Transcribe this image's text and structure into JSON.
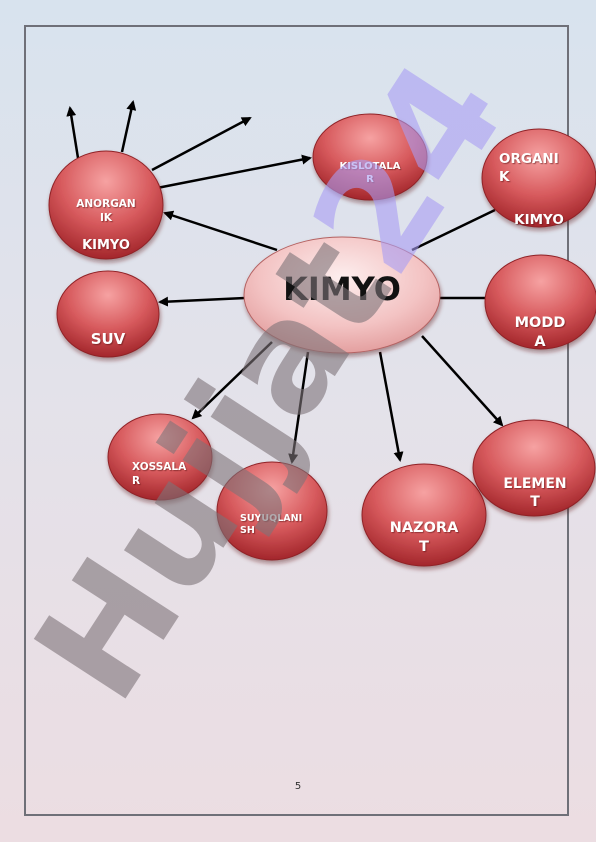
{
  "diagram": {
    "center": "KIMYO",
    "nodes": {
      "anorganik": "ANORGAN\nIK",
      "anorganik_2": "KIMYO",
      "kislotalar": "KISLOTALA\nR",
      "organik": "ORGANI\nK",
      "organik_2": "KIMYO",
      "suv": "SUV",
      "modda": "MODD\nA",
      "xossalar": "XOSSALA\nR",
      "suyuqlanish": "SUYUQLANI\nSH",
      "nazorat": "NAZORA\nT",
      "element": "ELEMEN\nT"
    }
  },
  "page_number": "5",
  "watermark": "Hujjat24",
  "colors": {
    "node_light": "#f28f8f",
    "node_dark": "#a3262b",
    "center_light": "#fbe3e3",
    "center_dark": "#e29a9a",
    "arrow": "#000000",
    "watermark_gray": "#7d7378",
    "watermark_violet": "#a89cf3"
  }
}
